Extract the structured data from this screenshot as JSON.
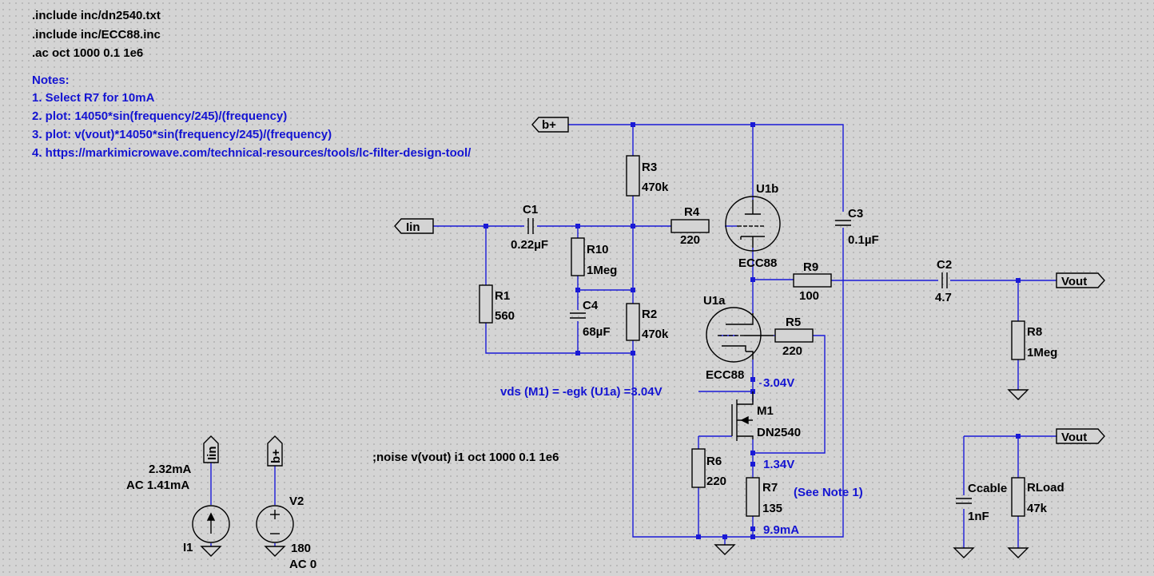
{
  "directives": [
    ".include inc/dn2540.txt",
    ".include inc/ECC88.inc",
    ".ac oct 1000 0.1 1e6"
  ],
  "notes": {
    "title": "Notes:",
    "items": [
      "1. Select R7 for 10mA",
      "2. plot: 14050*sin(frequency/245)/(frequency)",
      "3. plot: v(vout)*14050*sin(frequency/245)/(frequency)",
      "4. https://markimicrowave.com/technical-resources/tools/lc-filter-design-tool/"
    ]
  },
  "noise_directive": ";noise v(vout) i1 oct 1000 0.1 1e6",
  "labels": {
    "bplus_top": "b+",
    "iin_left": "Iin",
    "vout_main": "Vout",
    "vout_load": "Vout",
    "iin_src": "Iin",
    "bplus_src": "b+"
  },
  "components": {
    "c1": {
      "name": "C1",
      "value": "0.22µF"
    },
    "r10": {
      "name": "R10",
      "value": "1Meg"
    },
    "c4": {
      "name": "C4",
      "value": "68µF"
    },
    "r1": {
      "name": "R1",
      "value": "560"
    },
    "r3": {
      "name": "R3",
      "value": "470k"
    },
    "r2": {
      "name": "R2",
      "value": "470k"
    },
    "r4": {
      "name": "R4",
      "value": "220"
    },
    "u1b": {
      "name": "U1b",
      "value": "ECC88"
    },
    "u1a": {
      "name": "U1a",
      "value": "ECC88"
    },
    "c3": {
      "name": "C3",
      "value": "0.1µF"
    },
    "r9": {
      "name": "R9",
      "value": "100"
    },
    "c2": {
      "name": "C2",
      "value": "4.7"
    },
    "r8": {
      "name": "R8",
      "value": "1Meg"
    },
    "r5": {
      "name": "R5",
      "value": "220"
    },
    "m1": {
      "name": "M1",
      "value": "DN2540"
    },
    "r6": {
      "name": "R6",
      "value": "220"
    },
    "r7": {
      "name": "R7",
      "value": "135"
    },
    "ccable": {
      "name": "Ccable",
      "value": "1nF"
    },
    "rload": {
      "name": "RLoad",
      "value": "47k"
    },
    "i1": {
      "name": "I1",
      "value1": "2.32mA",
      "value2": "AC 1.41mA"
    },
    "v2": {
      "name": "V2",
      "value1": "180",
      "value2": "AC 0"
    }
  },
  "annotations": {
    "vds": "vds (M1) = -egk (U1a) =3.04V",
    "v_drain": "3.04V",
    "v_source": "1.34V",
    "i_r7": "9.9mA",
    "see_note": "(See Note 1)"
  },
  "colors": {
    "wire": "#1a1ad6",
    "note": "#1414d2",
    "background": "#d4d4d4"
  }
}
